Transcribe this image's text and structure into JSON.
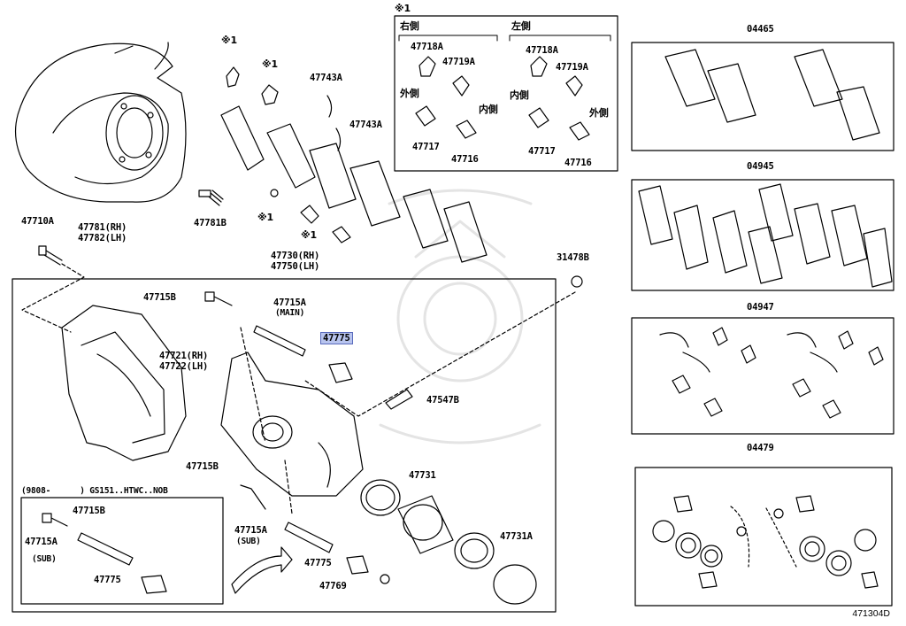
{
  "labels": {
    "p47781": "47781(RH)",
    "p47782": "47782(LH)",
    "p47781b": "47781B",
    "p47710a": "47710A",
    "p47743a_1": "47743A",
    "p47743a_2": "47743A",
    "note1_a": "※1",
    "note1_b": "※1",
    "note1_c": "※1",
    "note1_d": "※1",
    "note1_box": "※1",
    "right_side": "右側",
    "left_side": "左側",
    "outer_r": "外側",
    "inner_r": "内側",
    "inner_l": "内側",
    "outer_l": "外側",
    "k47718a_r": "47718A",
    "k47719a_r": "47719A",
    "k47717_r": "47717",
    "k47716_r": "47716",
    "k47718a_l": "47718A",
    "k47719a_l": "47719A",
    "k47717_l": "47717",
    "k47716_l": "47716",
    "p47730": "47730(RH)",
    "p47750": "47750(LH)",
    "p31478b": "31478B",
    "p47715b_top": "47715B",
    "p47715a_main": "47715A",
    "main": "(MAIN)",
    "p47775_hl": "47775",
    "p47721": "47721(RH)",
    "p47722": "47722(LH)",
    "p47547b": "47547B",
    "p47715b_mid": "47715B",
    "serial": "(9808-      ) GS151..HTWC..NOB",
    "sub_47715b": "47715B",
    "sub_47715a": "47715A",
    "sub_tag1": "(SUB)",
    "sub_47775": "47775",
    "p47731": "47731",
    "p47715a_sub": "47715A",
    "sub_tag2": "(SUB)",
    "p47775_low": "47775",
    "p47731a": "47731A",
    "p47769": "47769",
    "kit_04465": "04465",
    "kit_04945": "04945",
    "kit_04947": "04947",
    "kit_04479": "04479",
    "figure_id": "471304D"
  }
}
